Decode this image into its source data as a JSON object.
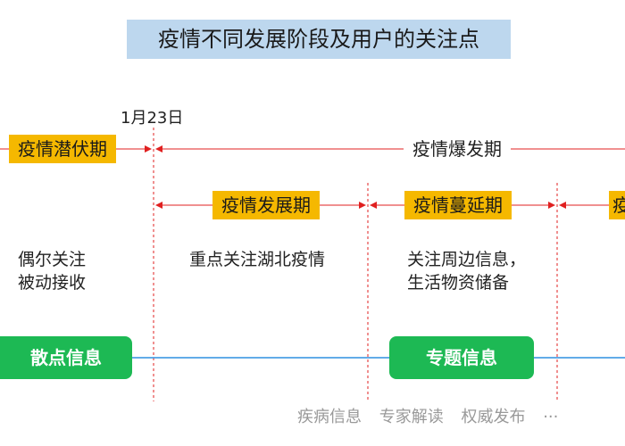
{
  "title": "疫情不同发展阶段及用户的关注点",
  "date_marker": "1月23日",
  "phases": {
    "incubation": "疫情潜伏期",
    "outbreak": "疫情爆发期",
    "development": "疫情发展期",
    "spread": "疫情蔓延期",
    "next_partial": "疫"
  },
  "descriptions": {
    "incubation": "偶尔关注\n被动接收",
    "development": "重点关注湖北疫情",
    "spread": "关注周边信息，\n生活物资储备"
  },
  "info_types": {
    "scattered": "散点信息",
    "topic": "专题信息"
  },
  "footer_items": [
    "疾病信息",
    "专家解读",
    "权威发布",
    "···"
  ],
  "colors": {
    "phase_fill": "#f5b800",
    "arrow_red": "#e02020",
    "pill_green": "#1db954",
    "timeline_blue": "#2f8fe0",
    "title_fill": "#bdd7ee"
  }
}
